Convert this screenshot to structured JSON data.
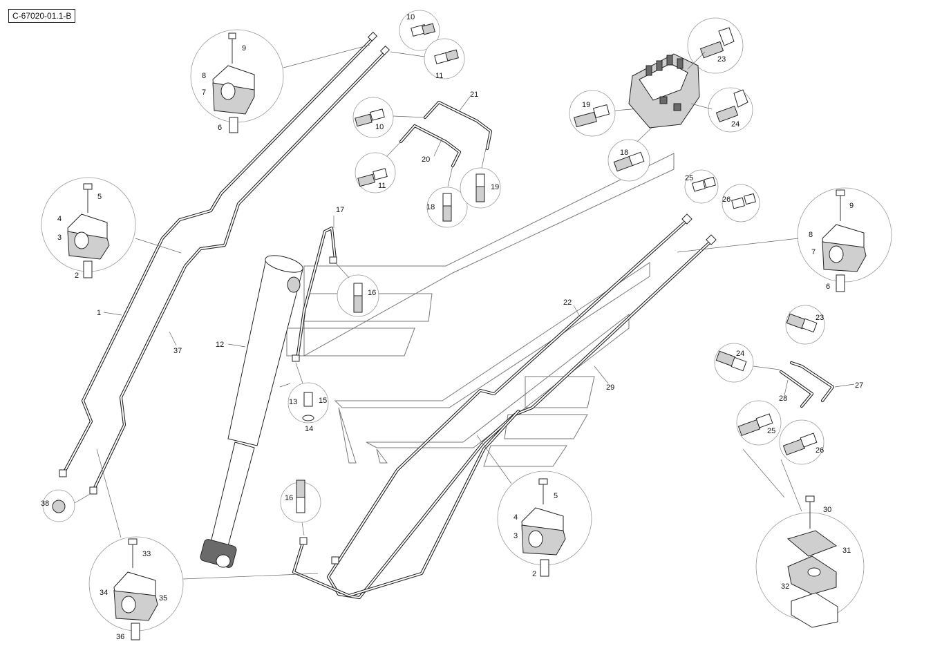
{
  "reference_code": "C-67020-01.1-B",
  "callouts": {
    "c1": "1",
    "c2": "2",
    "c3": "3",
    "c4": "4",
    "c5": "5",
    "c6": "6",
    "c7": "7",
    "c8": "8",
    "c9": "9",
    "c10": "10",
    "c11": "11",
    "c12": "12",
    "c13": "13",
    "c14": "14",
    "c15": "15",
    "c16": "16",
    "c17": "17",
    "c18": "18",
    "c19": "19",
    "c20": "20",
    "c21": "21",
    "c22": "22",
    "c23": "23",
    "c24": "24",
    "c25": "25",
    "c26": "26",
    "c27": "27",
    "c28": "28",
    "c29": "29",
    "c30": "30",
    "c31": "31",
    "c32": "32",
    "c33": "33",
    "c34": "34",
    "c35": "35",
    "c36": "36",
    "c37": "37",
    "c38": "38"
  },
  "colors": {
    "line": "#222222",
    "leader": "#666666",
    "circle": "#999999",
    "panel": "#777777"
  }
}
